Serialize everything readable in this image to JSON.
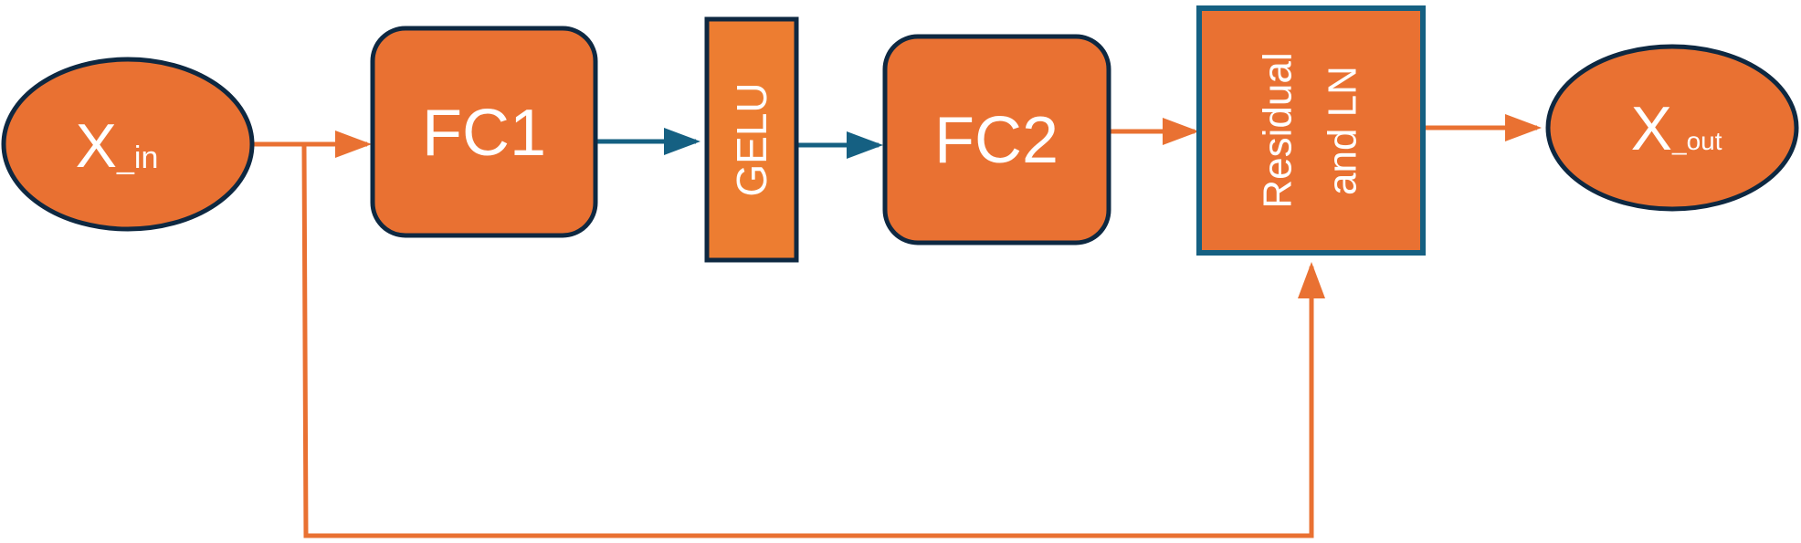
{
  "nodes": {
    "x_in": {
      "main": "X",
      "sub": "_in"
    },
    "fc1": {
      "label": "FC1"
    },
    "gelu": {
      "label": "GELU"
    },
    "fc2": {
      "label": "FC2"
    },
    "residual_ln": {
      "line1": "Residual",
      "line2": "and LN"
    },
    "x_out": {
      "main": "X",
      "sub": "_out"
    }
  },
  "edges": [
    {
      "from": "x_in",
      "to": "fc1"
    },
    {
      "from": "fc1",
      "to": "gelu"
    },
    {
      "from": "gelu",
      "to": "fc2"
    },
    {
      "from": "fc2",
      "to": "residual_ln"
    },
    {
      "from": "residual_ln",
      "to": "x_out"
    },
    {
      "from": "x_in",
      "to": "residual_ln",
      "kind": "skip-connection"
    }
  ],
  "colors": {
    "node_fill": "#E97132",
    "gelu_fill": "#ED7D31",
    "node_border": "#0E2841",
    "residual_border": "#156082",
    "arrow_orange": "#E97132",
    "arrow_blue": "#156082",
    "text": "#FFFFFF"
  }
}
